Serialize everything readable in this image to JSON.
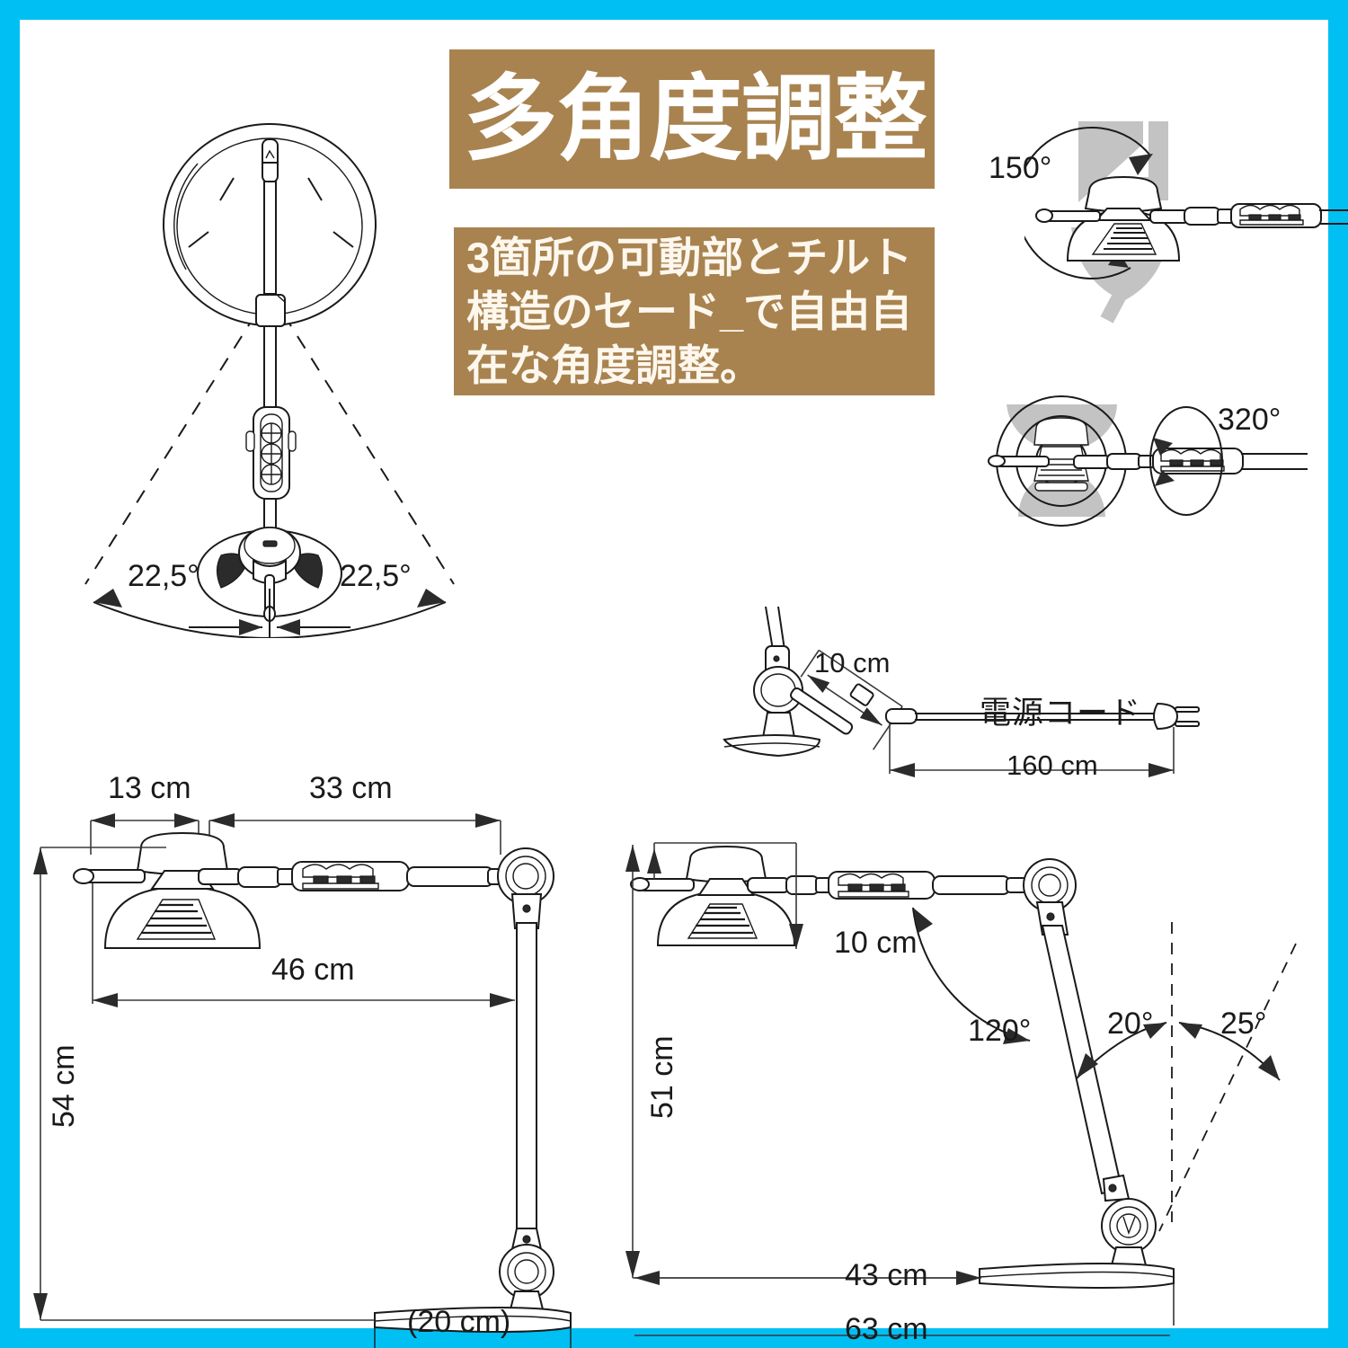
{
  "banner": {
    "title": "多角度調整",
    "description": "3箇所の可動部とチルト構造のセード_で自由自在な角度調整。"
  },
  "colors": {
    "frame": "#00BFF3",
    "banner_bg": "#A8834F",
    "banner_text": "#FFFFFF",
    "line": "#1a1a1a",
    "shadow": "#c3c3c3"
  },
  "diagrams": {
    "top_view": {
      "name": "top-view-swivel",
      "angle_left": "22,5°",
      "angle_right": "22,5°"
    },
    "tilt_view": {
      "name": "head-tilt",
      "angle": "150°"
    },
    "rotate_view": {
      "name": "head-rotation",
      "angle": "320°"
    },
    "cord_view": {
      "name": "power-cord",
      "label": "電源コード",
      "cord_length": "160 cm",
      "joint_length": "10 cm"
    },
    "dimension_front": {
      "name": "front-dimensions",
      "head_width": "13 cm",
      "arm_length": "33 cm",
      "total_reach": "46 cm",
      "height": "54 cm",
      "base_width": "(20 cm)"
    },
    "dimension_angles": {
      "name": "angle-dimensions",
      "head_height": "10 cm",
      "elbow_angle": "120°",
      "back_angle": "20°",
      "forward_angle": "25°",
      "height": "51 cm",
      "reach": "43 cm",
      "total_span": "63 cm"
    }
  }
}
